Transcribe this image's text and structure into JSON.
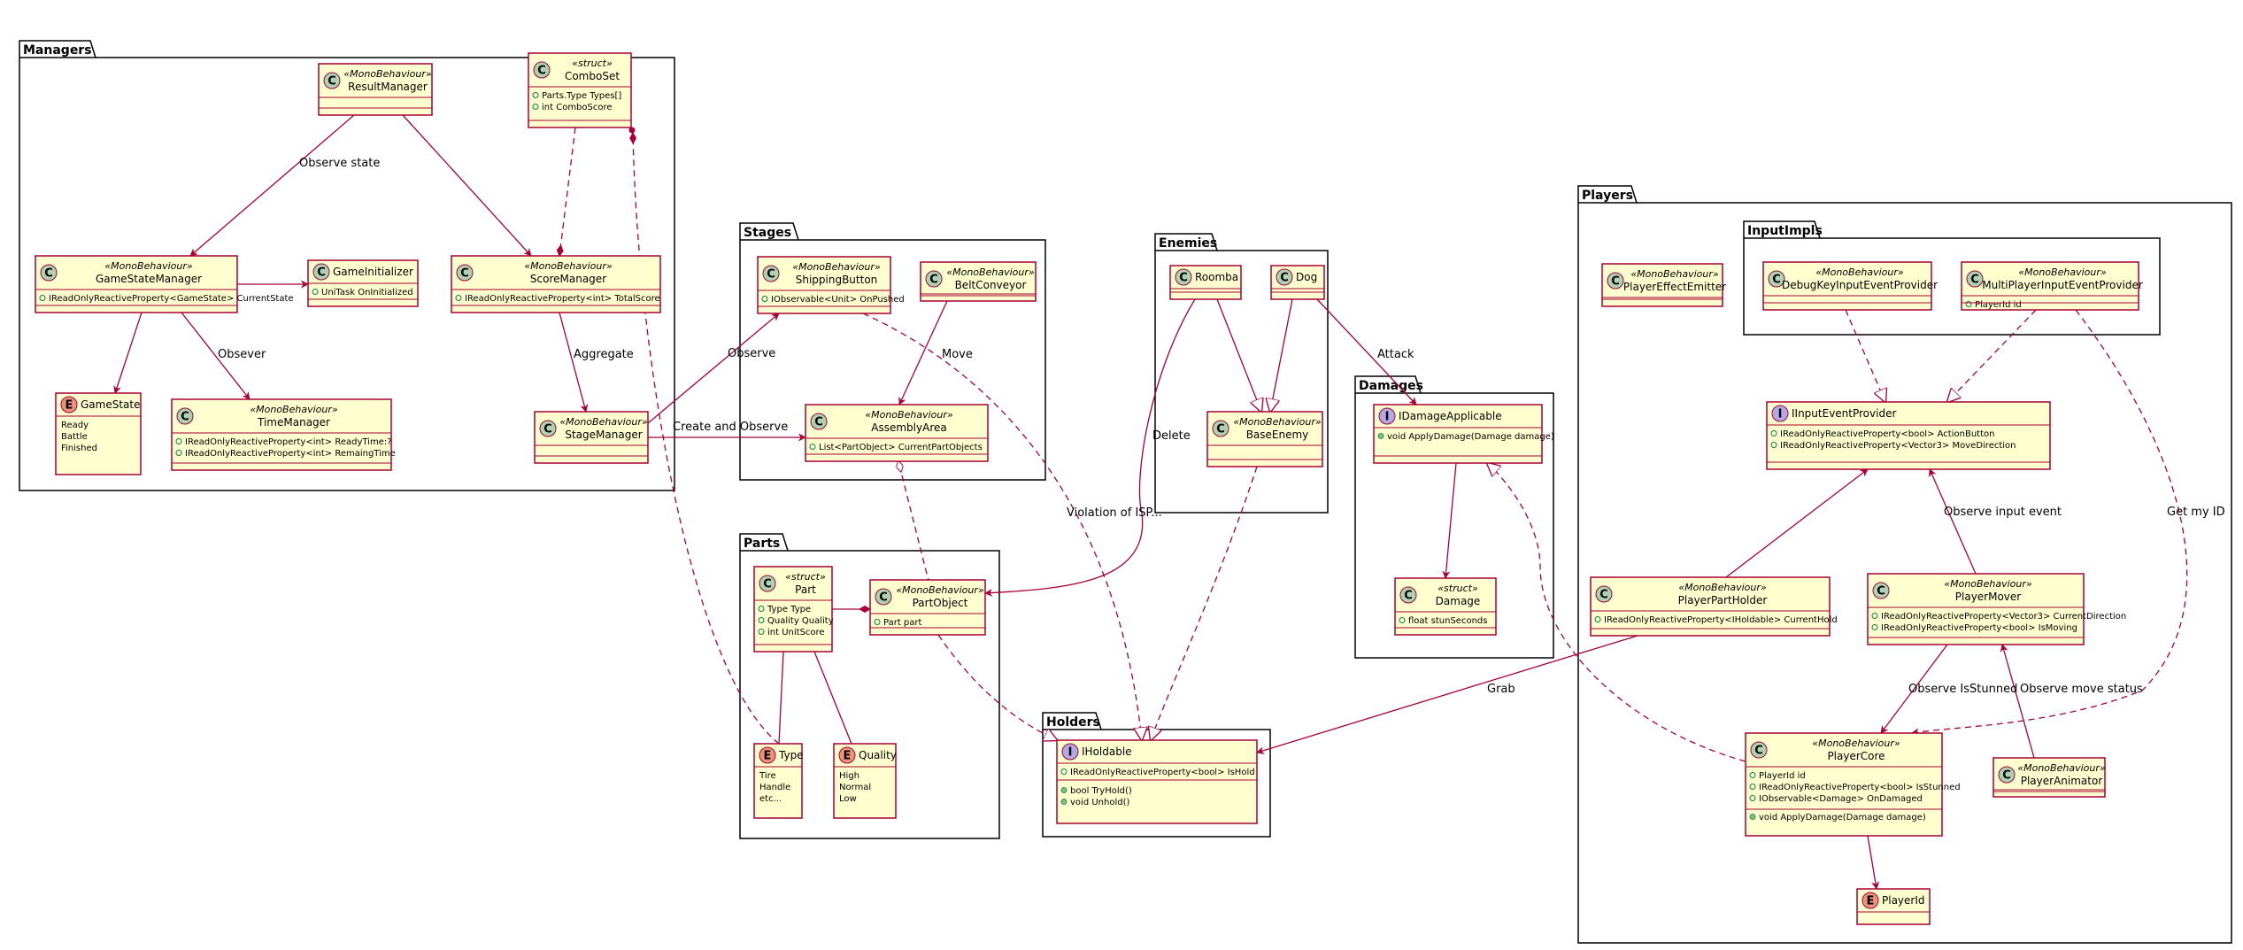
{
  "packages": [
    {
      "id": "managers",
      "title": "Managers"
    },
    {
      "id": "stages",
      "title": "Stages"
    },
    {
      "id": "enemies",
      "title": "Enemies"
    },
    {
      "id": "damages",
      "title": "Damages"
    },
    {
      "id": "parts",
      "title": "Parts"
    },
    {
      "id": "holders",
      "title": "Holders"
    },
    {
      "id": "players",
      "title": "Players"
    },
    {
      "id": "inputimpls",
      "title": "InputImpls"
    }
  ],
  "classes": {
    "result_manager": {
      "kind": "C",
      "name": "ResultManager",
      "stereo": "«MonoBehaviour»",
      "members": []
    },
    "combo_set": {
      "kind": "C",
      "name": "ComboSet",
      "stereo": "«struct»",
      "members": [
        "Parts.Type Types[]",
        "int ComboScore"
      ]
    },
    "game_state_manager": {
      "kind": "C",
      "name": "GameStateManager",
      "stereo": "«MonoBehaviour»",
      "members": [
        "IReadOnlyReactiveProperty<GameState> CurrentState"
      ]
    },
    "game_initializer": {
      "kind": "C",
      "name": "GameInitializer",
      "stereo": "",
      "members": [
        "UniTask OnInitialized"
      ]
    },
    "score_manager": {
      "kind": "C",
      "name": "ScoreManager",
      "stereo": "«MonoBehaviour»",
      "members": [
        "IReadOnlyReactiveProperty<int> TotalScore"
      ]
    },
    "game_state": {
      "kind": "E",
      "name": "GameState",
      "stereo": "",
      "members": [
        "Ready",
        "Battle",
        "Finished"
      ]
    },
    "time_manager": {
      "kind": "C",
      "name": "TimeManager",
      "stereo": "«MonoBehaviour»",
      "members": [
        "IReadOnlyReactiveProperty<int> ReadyTime:?",
        "IReadOnlyReactiveProperty<int> RemaingTime"
      ]
    },
    "stage_manager": {
      "kind": "C",
      "name": "StageManager",
      "stereo": "«MonoBehaviour»",
      "members": []
    },
    "shipping_button": {
      "kind": "C",
      "name": "ShippingButton",
      "stereo": "«MonoBehaviour»",
      "members": [
        "IObservable<Unit> OnPushed"
      ]
    },
    "belt_conveyor": {
      "kind": "C",
      "name": "BeltConveyor",
      "stereo": "«MonoBehaviour»",
      "members": []
    },
    "assembly_area": {
      "kind": "C",
      "name": "AssemblyArea",
      "stereo": "«MonoBehaviour»",
      "members": [
        "List<PartObject> CurrentPartObjects"
      ]
    },
    "roomba": {
      "kind": "C",
      "name": "Roomba",
      "stereo": "",
      "members": []
    },
    "dog": {
      "kind": "C",
      "name": "Dog",
      "stereo": "",
      "members": []
    },
    "base_enemy": {
      "kind": "C",
      "name": "BaseEnemy",
      "stereo": "«MonoBehaviour»",
      "members": []
    },
    "idamage_applicable": {
      "kind": "I",
      "name": "IDamageApplicable",
      "stereo": "",
      "members": [
        "void ApplyDamage(Damage damage)"
      ]
    },
    "damage": {
      "kind": "C",
      "name": "Damage",
      "stereo": "«struct»",
      "members": [
        "float stunSeconds"
      ]
    },
    "part": {
      "kind": "C",
      "name": "Part",
      "stereo": "«struct»",
      "members": [
        "Type Type",
        "Quality Quality",
        "int UnitScore"
      ]
    },
    "part_object": {
      "kind": "C",
      "name": "PartObject",
      "stereo": "«MonoBehaviour»",
      "members": [
        "Part part"
      ]
    },
    "type_enum": {
      "kind": "E",
      "name": "Type",
      "stereo": "",
      "members": [
        "Tire",
        "Handle",
        "etc..."
      ]
    },
    "quality_enum": {
      "kind": "E",
      "name": "Quality",
      "stereo": "",
      "members": [
        "High",
        "Normal",
        "Low"
      ]
    },
    "iholdable": {
      "kind": "I",
      "name": "IHoldable",
      "stereo": "",
      "members": [
        "IReadOnlyReactiveProperty<bool> IsHold",
        "bool TryHold()",
        "void Unhold()"
      ]
    },
    "player_effect_emitter": {
      "kind": "C",
      "name": "PlayerEffectEmitter",
      "stereo": "«MonoBehaviour»",
      "members": []
    },
    "debug_key_input": {
      "kind": "C",
      "name": "DebugKeyInputEventProvider",
      "stereo": "«MonoBehaviour»",
      "members": []
    },
    "multi_player_input": {
      "kind": "C",
      "name": "MultiPlayerInputEventProvider",
      "stereo": "«MonoBehaviour»",
      "members": [
        "PlayerId id"
      ]
    },
    "iinput_event_provider": {
      "kind": "I",
      "name": "IInputEventProvider",
      "stereo": "",
      "members": [
        "IReadOnlyReactiveProperty<bool> ActionButton",
        "IReadOnlyReactiveProperty<Vector3> MoveDirection"
      ]
    },
    "player_part_holder": {
      "kind": "C",
      "name": "PlayerPartHolder",
      "stereo": "«MonoBehaviour»",
      "members": [
        "IReadOnlyReactiveProperty<IHoldable> CurrentHold"
      ]
    },
    "player_mover": {
      "kind": "C",
      "name": "PlayerMover",
      "stereo": "«MonoBehaviour»",
      "members": [
        "IReadOnlyReactiveProperty<Vector3> CurrentDirection",
        "IReadOnlyReactiveProperty<bool> IsMoving"
      ]
    },
    "player_core": {
      "kind": "C",
      "name": "PlayerCore",
      "stereo": "«MonoBehaviour»",
      "members": [
        "PlayerId id",
        "IReadOnlyReactiveProperty<bool> IsStunned",
        "IObservable<Damage> OnDamaged",
        "void ApplyDamage(Damage damage)"
      ]
    },
    "player_animator": {
      "kind": "C",
      "name": "PlayerAnimator",
      "stereo": "«MonoBehaviour»",
      "members": []
    },
    "player_id": {
      "kind": "E",
      "name": "PlayerId",
      "stereo": "",
      "members": []
    }
  },
  "labels": {
    "observe_state": "Observe state",
    "obsever": "Obsever",
    "aggregate": "Aggregate",
    "observe": "Observe",
    "create_and_observe": "Create and Observe",
    "move": "Move",
    "violation": "Violation of ISP...",
    "delete": "Delete",
    "attack": "Attack",
    "grab": "Grab",
    "observe_input_event": "Observe input event",
    "get_my_id": "Get my ID",
    "observe_is_stunned": "Observe IsStunned",
    "observe_move_status": "Observe move status"
  }
}
